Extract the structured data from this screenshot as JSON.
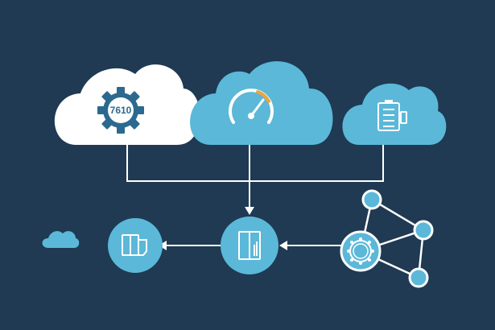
{
  "colors": {
    "background": "#1f3a52",
    "cloud_white": "#ffffff",
    "cloud_blue": "#5bb8d9",
    "node_blue": "#5bb8d9",
    "icon_dark": "#2b6a8e",
    "icon_light": "#ffffff",
    "accent_orange": "#f0a23a",
    "connector": "#ffffff"
  },
  "clouds": [
    {
      "name": "cloud-gear",
      "icon": "gear-icon",
      "label": "7610"
    },
    {
      "name": "cloud-gauge",
      "icon": "gauge-icon"
    },
    {
      "name": "cloud-battery",
      "icon": "battery-checklist-icon"
    }
  ],
  "nodes": [
    {
      "name": "node-documents",
      "icon": "documents-icon"
    },
    {
      "name": "node-server",
      "icon": "server-icon"
    },
    {
      "name": "node-hub",
      "icon": "hub-icon"
    }
  ],
  "network": {
    "icon": "network-graph-icon",
    "satellite_count": 3
  },
  "small_cloud": {
    "icon": "small-cloud-icon"
  }
}
